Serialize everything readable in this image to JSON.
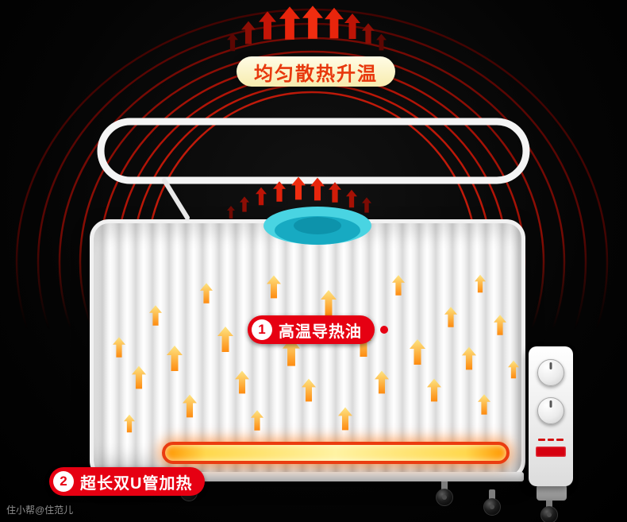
{
  "badges": {
    "top": {
      "label": "均匀散热升温"
    },
    "oil": {
      "num": "1",
      "label": "高温导热油"
    },
    "tube": {
      "num": "2",
      "label": "超长双U管加热"
    }
  },
  "watermark": {
    "text": "住小帮@住范儿"
  },
  "colors": {
    "background": "#050505",
    "accent_red": "#e60012",
    "badge_yellow_bg": "#f9efb8",
    "badge_text_red": "#e8380d",
    "heat_arrow_red": "#e8250c",
    "heat_arrow_orange": "#ff9100",
    "fan_cyan": "#2cc6d8",
    "tube_glow": "#ffd84d"
  },
  "icons": {
    "heat-arrow": "▲ upward arrow",
    "knob": "◉ rotary dial",
    "caster-wheel": "● wheel"
  }
}
